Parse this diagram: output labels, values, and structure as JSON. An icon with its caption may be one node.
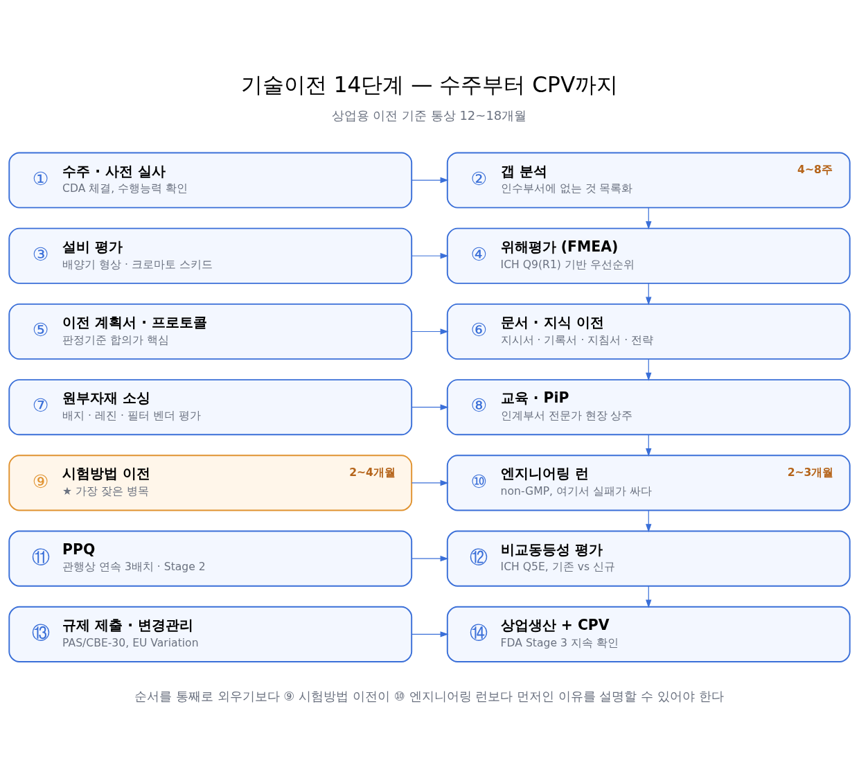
{
  "diagram": {
    "title": "기술이전 14단계 — 수주부터 CPV까지",
    "caption": "순서를 통째로 외우기보다 ⑨ 시험방법 이전이 ⑩ 엔지니어링 런보다 먼저인 이유를 설명할 수 있어야 한다",
    "nodes": [
      {
        "text": [
          "①",
          "수주 · 사전 실사",
          "CDA 체결, 수행능력 확인"
        ]
      },
      {
        "text": [
          "②",
          "갭 분석",
          "인수부서에 없는 것 목록화",
          "4~8주"
        ]
      },
      {
        "text": [
          "③",
          "설비 평가",
          "배양기 형상 · 크로마토 스키드"
        ]
      },
      {
        "text": [
          "④",
          "위해평가 (FMEA)",
          "ICH Q9(R1) 기반 우선순위"
        ]
      },
      {
        "text": [
          "⑤",
          "이전 계획서 · 프로토콜",
          "판정기준 합의가 핵심"
        ]
      },
      {
        "text": [
          "⑥",
          "문서 · 지식 이전",
          "지시서 · 기록서 · 지침서 · 전략"
        ]
      },
      {
        "text": [
          "⑦",
          "원부자재 소싱",
          "배지 · 레진 · 필터 벤더 평가"
        ]
      },
      {
        "text": [
          "⑧",
          "교육 · PiP",
          "인계부서 전문가 현장 상주"
        ]
      },
      {
        "text": [
          "⑨",
          "시험방법 이전",
          "★ 가장 잦은 병목",
          "2~4개월"
        ]
      },
      {
        "text": [
          "⑩",
          "엔지니어링 런",
          "non-GMP, 여기서 실패가 싸다",
          "2~3개월"
        ]
      },
      {
        "text": [
          "⑪",
          "PPQ",
          "관행상 연속 3배치 · Stage 2"
        ]
      },
      {
        "text": [
          "⑫",
          "비교동등성 평가",
          "ICH Q5E, 기존 vs 신규"
        ]
      },
      {
        "text": [
          "⑬",
          "규제 제출 · 변경관리",
          "PAS/CBE-30, EU Variation"
        ]
      },
      {
        "text": [
          "⑭",
          "상업생산 + CPV",
          "FDA Stage 3 지속 확인"
        ]
      }
    ],
    "edges": [
      {
        "from": 0,
        "to": 1,
        "arrow": "to"
      },
      {
        "from": 1,
        "to": 3,
        "arrow": "to"
      },
      {
        "from": 2,
        "to": 3,
        "arrow": "to"
      },
      {
        "from": 3,
        "to": 5,
        "arrow": "to"
      },
      {
        "from": 4,
        "to": 5,
        "arrow": "to"
      },
      {
        "from": 5,
        "to": 7,
        "arrow": "to"
      },
      {
        "from": 6,
        "to": 7,
        "arrow": "to"
      },
      {
        "from": 7,
        "to": 9,
        "arrow": "to"
      },
      {
        "from": 8,
        "to": 9,
        "arrow": "to"
      },
      {
        "from": 9,
        "to": 11,
        "arrow": "to"
      },
      {
        "from": 10,
        "to": 11,
        "arrow": "to"
      },
      {
        "from": 11,
        "to": 13,
        "arrow": "to"
      },
      {
        "from": 12,
        "to": 13,
        "arrow": "to"
      }
    ],
    "labels": [
      "상업용 이전 기준 통상 12~18개월"
    ]
  }
}
